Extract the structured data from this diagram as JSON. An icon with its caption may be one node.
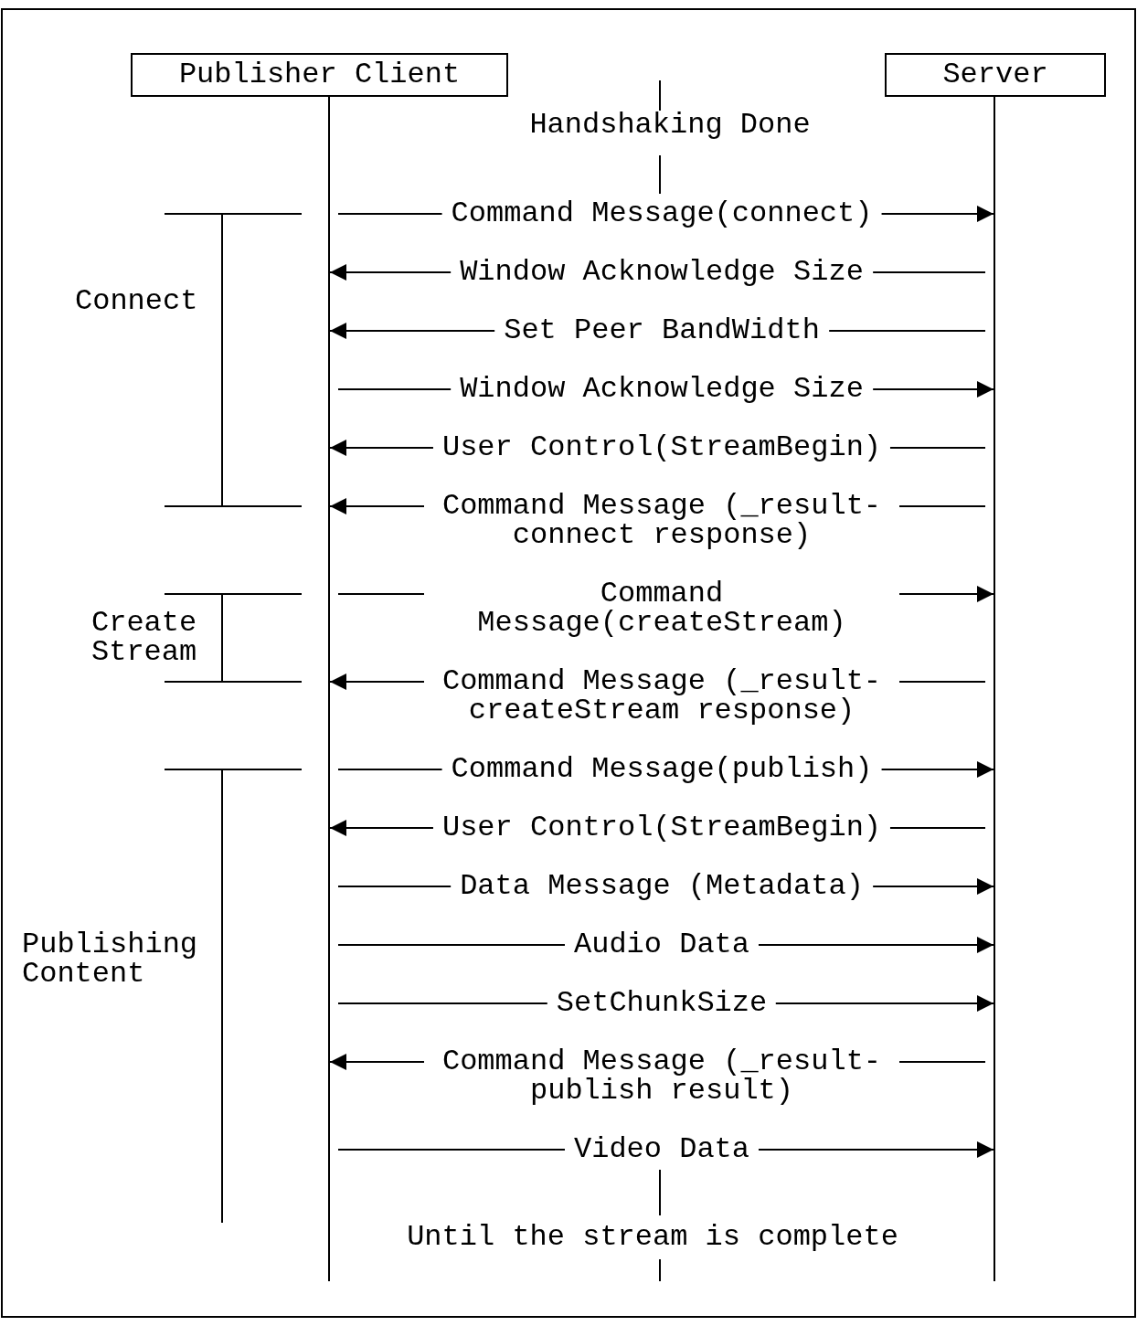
{
  "diagram": {
    "nodes": [
      {
        "text": [
          "Publisher Client"
        ]
      },
      {
        "text": [
          "Server"
        ]
      }
    ],
    "edges": [
      {
        "from": 0,
        "to": 1,
        "arrow": "to",
        "label": "Command Message(connect)"
      },
      {
        "from": 1,
        "to": 0,
        "arrow": "to",
        "label": "Window Acknowledge Size"
      },
      {
        "from": 1,
        "to": 0,
        "arrow": "to",
        "label": "Set Peer BandWidth"
      },
      {
        "from": 0,
        "to": 1,
        "arrow": "to",
        "label": "Window Acknowledge Size"
      },
      {
        "from": 1,
        "to": 0,
        "arrow": "to",
        "label": "User Control(StreamBegin)"
      },
      {
        "from": 1,
        "to": 0,
        "arrow": "to",
        "label": "Command Message (_result- connect response)"
      },
      {
        "from": 0,
        "to": 1,
        "arrow": "to",
        "label": "Command Message(createStream)"
      },
      {
        "from": 1,
        "to": 0,
        "arrow": "to",
        "label": "Command Message (_result- createStream response)"
      },
      {
        "from": 0,
        "to": 1,
        "arrow": "to",
        "label": "Command Message(publish)"
      },
      {
        "from": 1,
        "to": 0,
        "arrow": "to",
        "label": "User Control(StreamBegin)"
      },
      {
        "from": 0,
        "to": 1,
        "arrow": "to",
        "label": "Data Message (Metadata)"
      },
      {
        "from": 0,
        "to": 1,
        "arrow": "to",
        "label": "Audio Data"
      },
      {
        "from": 0,
        "to": 1,
        "arrow": "to",
        "label": "SetChunkSize"
      },
      {
        "from": 1,
        "to": 0,
        "arrow": "to",
        "label": "Command Message (_result- publish result)"
      },
      {
        "from": 0,
        "to": 1,
        "arrow": "to",
        "label": "Video Data"
      }
    ],
    "labels": [
      "Handshaking Done",
      "Connect",
      "Create Stream",
      "Publishing Content",
      "Until the stream is complete"
    ]
  }
}
